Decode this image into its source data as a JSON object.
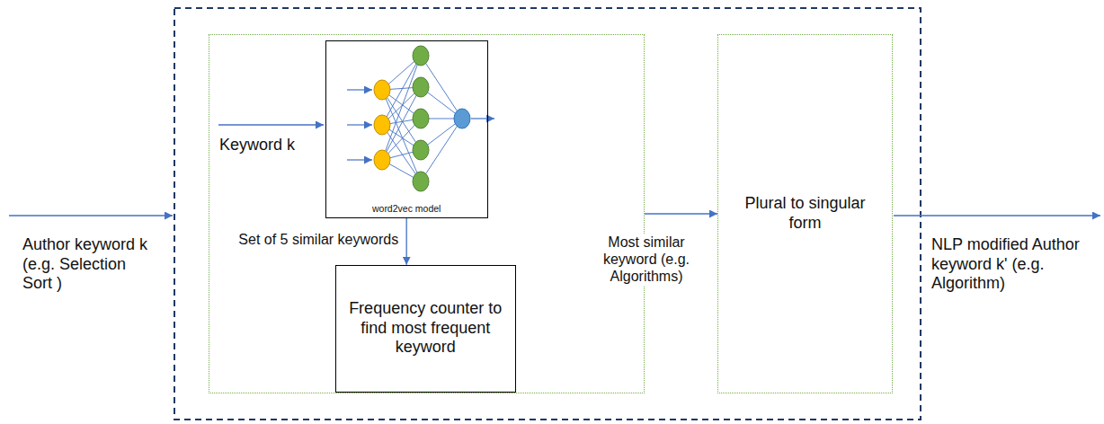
{
  "diagram": {
    "nodes": [
      {
        "text": [
          "Keyword k"
        ]
      },
      {
        "text": [
          "word2vec model"
        ],
        "in": 0
      },
      {
        "text": [
          "Frequency counter to find most frequent keyword"
        ],
        "in": 0
      },
      {
        "text": [
          "Plural to singular form"
        ]
      }
    ],
    "edges": [
      {
        "from": 1,
        "to": 2,
        "arrow": "to",
        "label": "Set of 5 similar keywords"
      },
      {
        "from": 0,
        "to": 3,
        "arrow": "to",
        "label": "Most similar keyword (e.g. Algorithms)"
      }
    ],
    "labels": [
      "Author keyword k (e.g. Selection Sort )",
      "NLP modified Author keyword k' (e.g. Algorithm)"
    ]
  }
}
